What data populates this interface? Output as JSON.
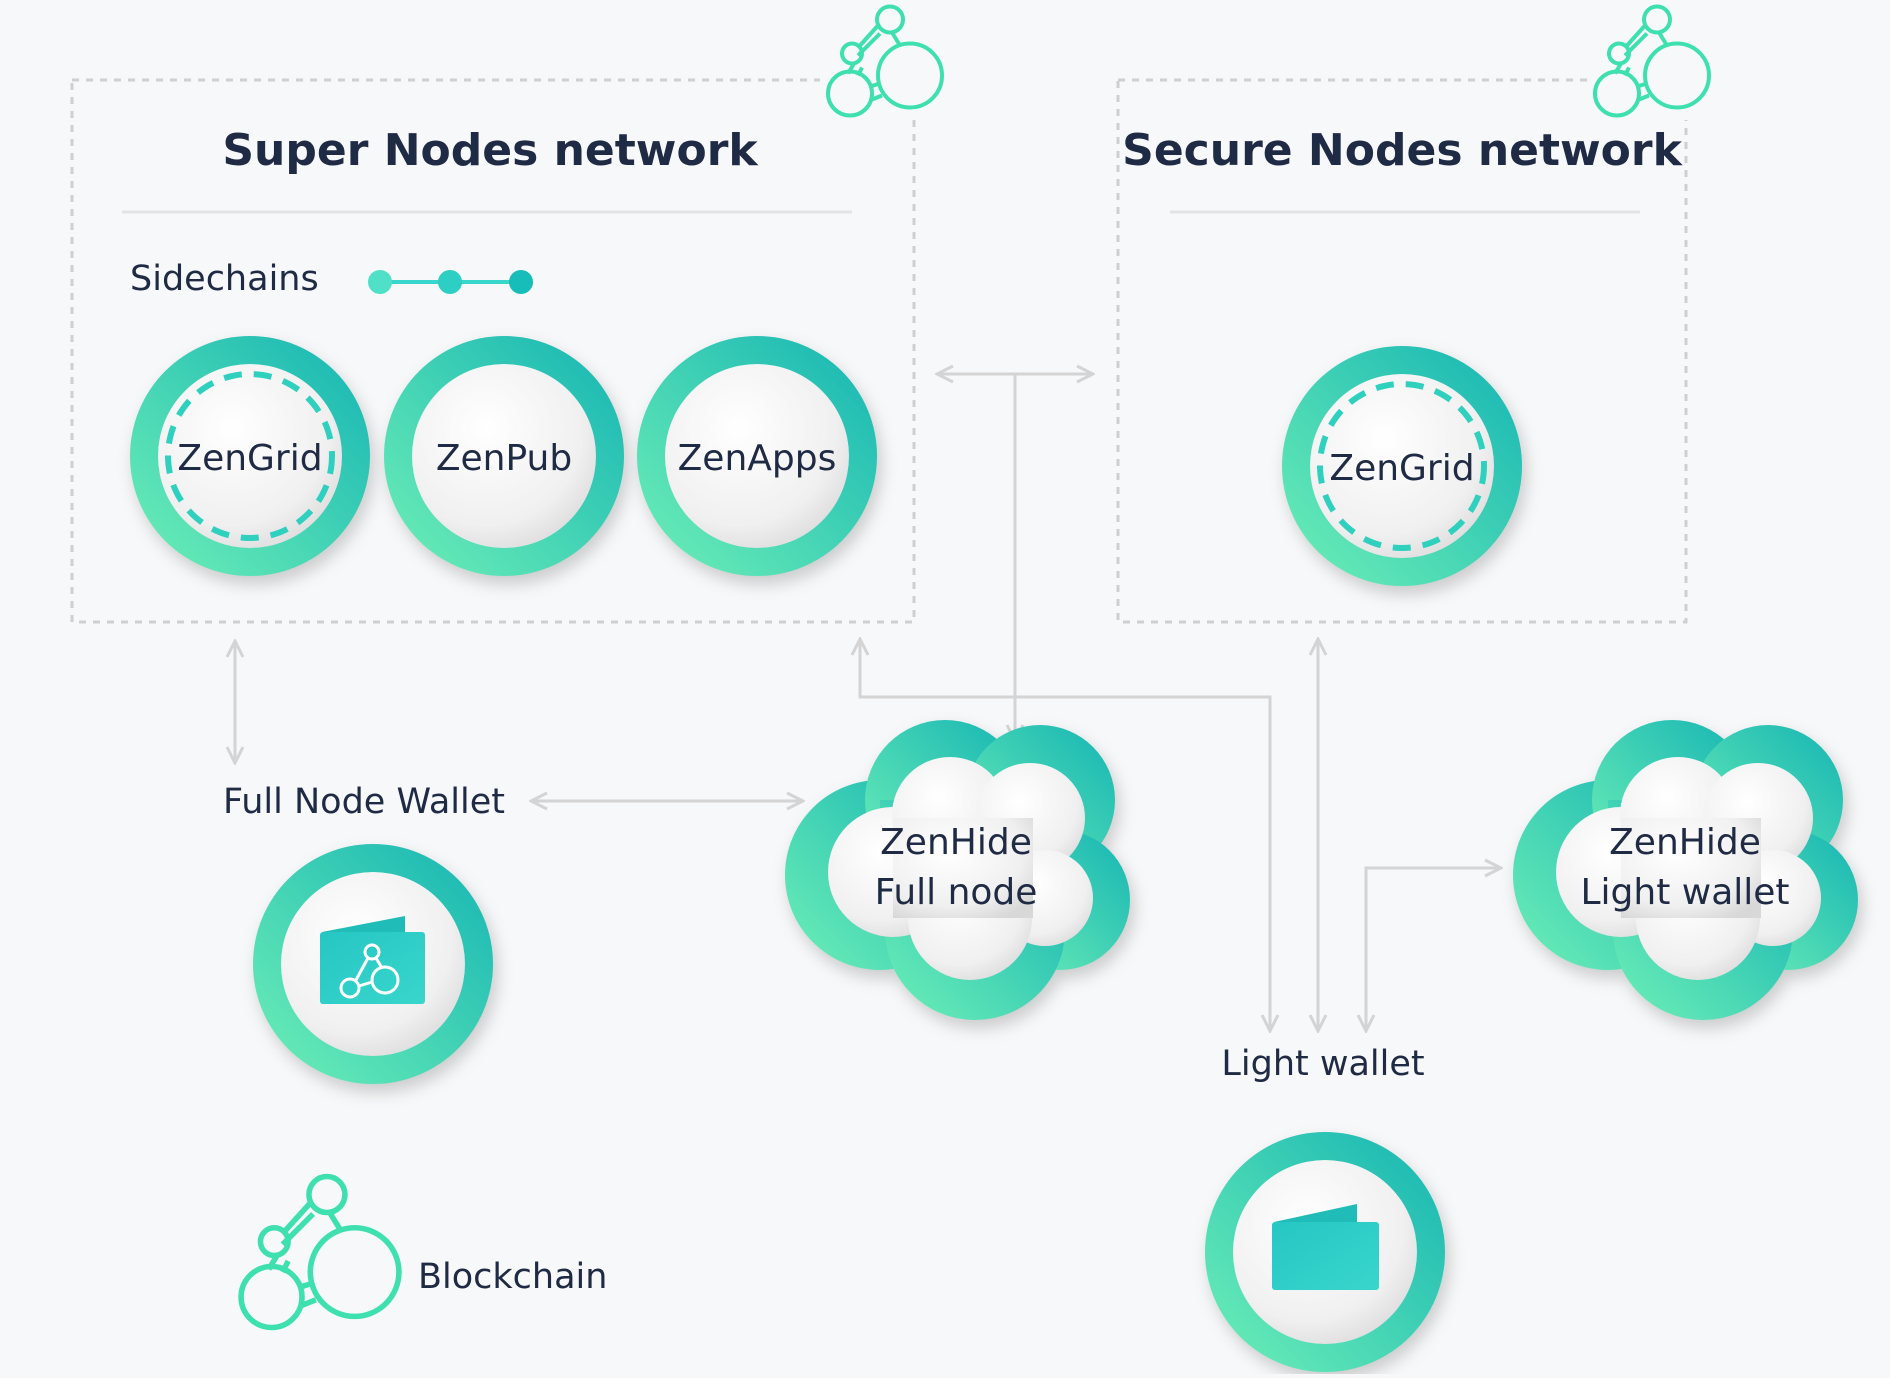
{
  "super_nodes": {
    "title": "Super Nodes network",
    "sidechains_label": "Sidechains",
    "nodes": [
      "ZenGrid",
      "ZenPub",
      "ZenApps"
    ]
  },
  "secure_nodes": {
    "title": "Secure Nodes network",
    "nodes": [
      "ZenGrid"
    ]
  },
  "full_node_wallet": {
    "label": "Full Node Wallet"
  },
  "zenhide_full": {
    "line1": "ZenHide",
    "line2": "Full node"
  },
  "zenhide_light": {
    "line1": "ZenHide",
    "line2": "Light wallet"
  },
  "light_wallet": {
    "label": "Light wallet"
  },
  "legend": {
    "blockchain_label": "Blockchain"
  },
  "colors": {
    "accent_dark": "#17b8b5",
    "accent_light": "#6ff0b6",
    "text": "#1f2a44",
    "arrows": "#d4d4d4",
    "dashed_border": "#cfcfcf"
  }
}
